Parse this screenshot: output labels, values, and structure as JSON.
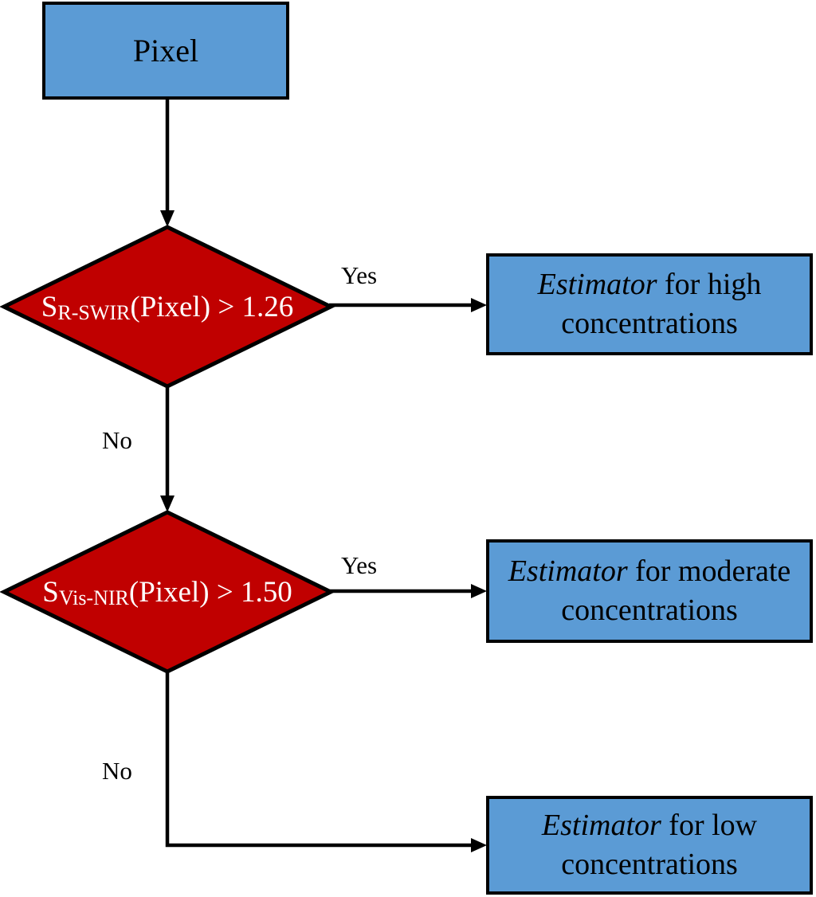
{
  "flowchart": {
    "start_node": {
      "label": "Pixel"
    },
    "decision_1": {
      "base": "S",
      "subscript": "R-SWIR",
      "condition": "(Pixel) > 1.26"
    },
    "decision_2": {
      "base": "S",
      "subscript": "Vis-NIR",
      "condition": "(Pixel) > 1.50"
    },
    "outcome_high": {
      "emphasis": "Estimator",
      "after_emphasis": " for high",
      "line2": "concentrations"
    },
    "outcome_moderate": {
      "emphasis": "Estimator",
      "after_emphasis": " for moderate",
      "line2": "concentrations"
    },
    "outcome_low": {
      "emphasis": "Estimator",
      "after_emphasis": " for low",
      "line2": "concentrations"
    },
    "edge_labels": {
      "decision1_yes": "Yes",
      "decision1_no": "No",
      "decision2_yes": "Yes",
      "decision2_no": "No"
    },
    "colors": {
      "process_fill": "#5b9bd5",
      "decision_fill": "#c00000",
      "outline": "#000000",
      "decision_text": "#ffffff",
      "process_text": "#000000",
      "background": "#ffffff"
    }
  }
}
